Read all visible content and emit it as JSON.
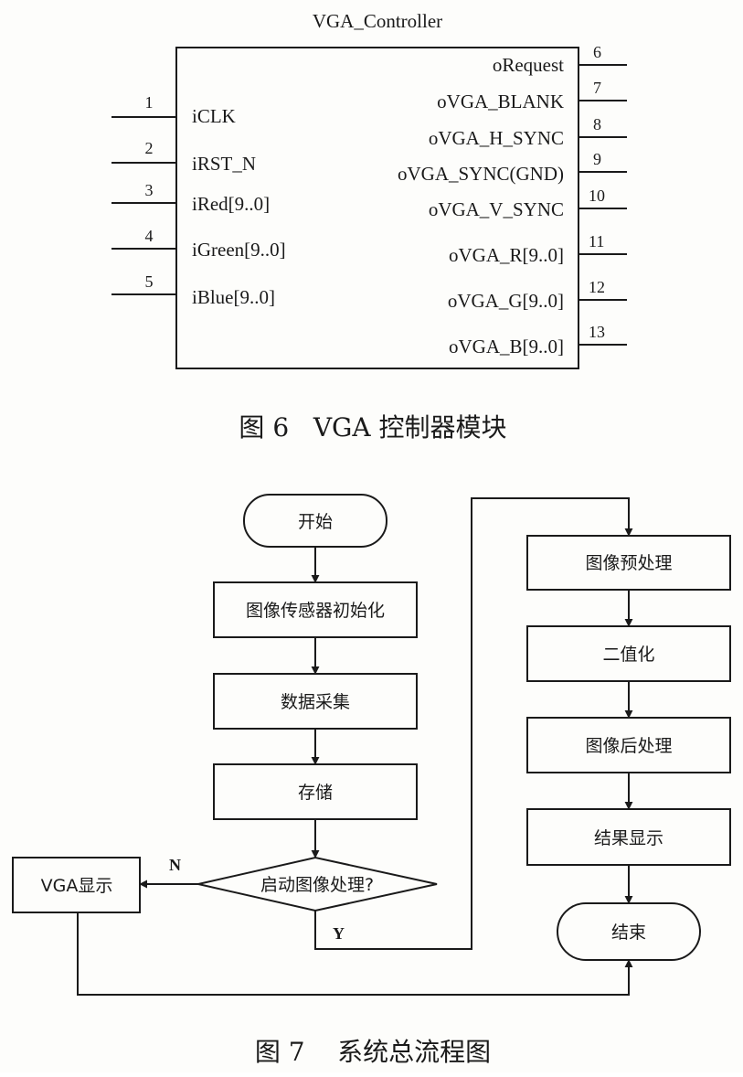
{
  "figure6": {
    "block_title": "VGA_Controller",
    "inputs": [
      {
        "num": "1",
        "label": "iCLK"
      },
      {
        "num": "2",
        "label": "iRST_N"
      },
      {
        "num": "3",
        "label": "iRed[9..0]"
      },
      {
        "num": "4",
        "label": "iGreen[9..0]"
      },
      {
        "num": "5",
        "label": "iBlue[9..0]"
      }
    ],
    "outputs": [
      {
        "num": "6",
        "label": "oRequest"
      },
      {
        "num": "7",
        "label": "oVGA_BLANK"
      },
      {
        "num": "8",
        "label": "oVGA_H_SYNC"
      },
      {
        "num": "9",
        "label": "oVGA_SYNC(GND)"
      },
      {
        "num": "10",
        "label": "oVGA_V_SYNC"
      },
      {
        "num": "11",
        "label": "oVGA_R[9..0]"
      },
      {
        "num": "12",
        "label": "oVGA_G[9..0]"
      },
      {
        "num": "13",
        "label": "oVGA_B[9..0]"
      }
    ],
    "caption": "图 6   VGA 控制器模块"
  },
  "figure7": {
    "start": "开始",
    "init": "图像传感器初始化",
    "acquire": "数据采集",
    "store": "存储",
    "decision": "启动图像处理?",
    "vga_display": "VGA显示",
    "no_label": "N",
    "yes_label": "Y",
    "preprocess": "图像预处理",
    "binarize": "二值化",
    "postprocess": "图像后处理",
    "result_display": "结果显示",
    "end": "结束",
    "caption": "图 7    系统总流程图"
  }
}
